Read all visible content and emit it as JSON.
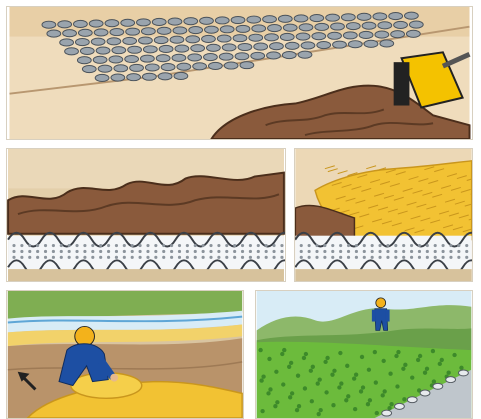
{
  "colors": {
    "background": "#ffffff",
    "soil_light": "#e8d2b0",
    "soil_brown": "#8a5a3c",
    "soil_dark": "#5c3a24",
    "grid_cell": "#9aa4ad",
    "grid_edge": "#4a525a",
    "straw": "#f2c233",
    "straw_dark": "#c9961d",
    "grass": "#6cbb3c",
    "grass_dark": "#3d8a2a",
    "sky": "#d8ecf6",
    "hill": "#8db86a",
    "worker_blue": "#1d4fa3",
    "helmet": "#f3b21b",
    "tool_yellow": "#f4c200"
  },
  "panels": [
    {
      "id": "panel-1",
      "depicts": "geocell-grid-backfill-scene"
    },
    {
      "id": "panel-2",
      "depicts": "geocell-section-with-soil"
    },
    {
      "id": "panel-3",
      "depicts": "geocell-section-with-straw"
    },
    {
      "id": "panel-4",
      "depicts": "worker-rolling-straw-mat"
    },
    {
      "id": "panel-5",
      "depicts": "green-slope-with-worker"
    }
  ]
}
